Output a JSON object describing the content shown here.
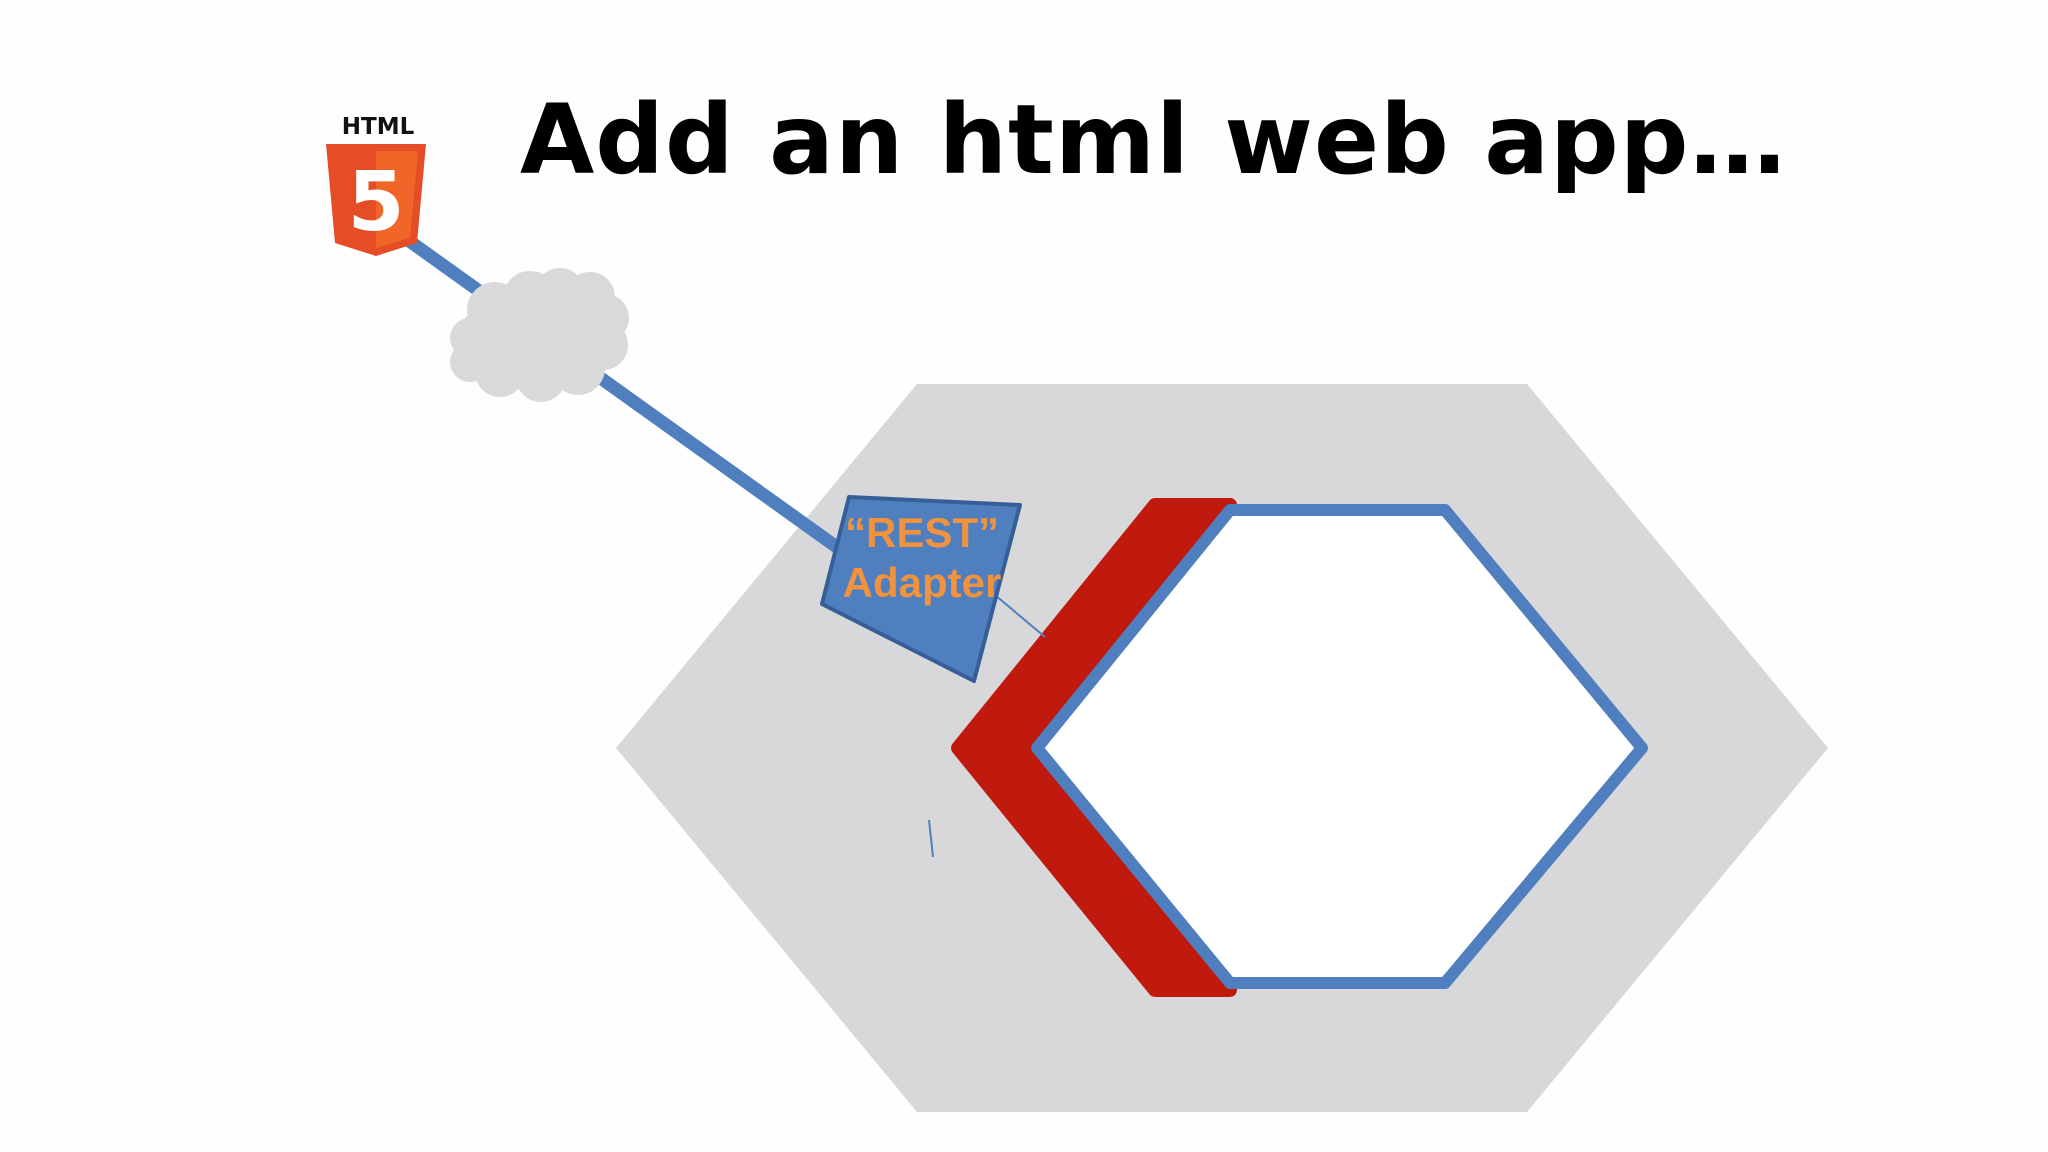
{
  "slide": {
    "title": "Add an html web app…"
  },
  "logo": {
    "word": "HTML",
    "number": "5",
    "icon": "html5-shield-icon"
  },
  "adapter": {
    "line1": "“REST”",
    "line2": "Adapter"
  },
  "colors": {
    "background": "#fefefe",
    "outer_hexagon": "#d8d8da",
    "inner_hexagon_fill": "#ffffff",
    "inner_hexagon_border": "#4f7fbf",
    "port_band": "#c0190d",
    "adapter_fill": "#4f7fbf",
    "adapter_border": "#355f96",
    "adapter_text": "#f0923e",
    "connector": "#4f7fbf",
    "cloud": "#d9d9dc",
    "html5_orange": "#e44d26",
    "html5_orange_light": "#f16529"
  }
}
